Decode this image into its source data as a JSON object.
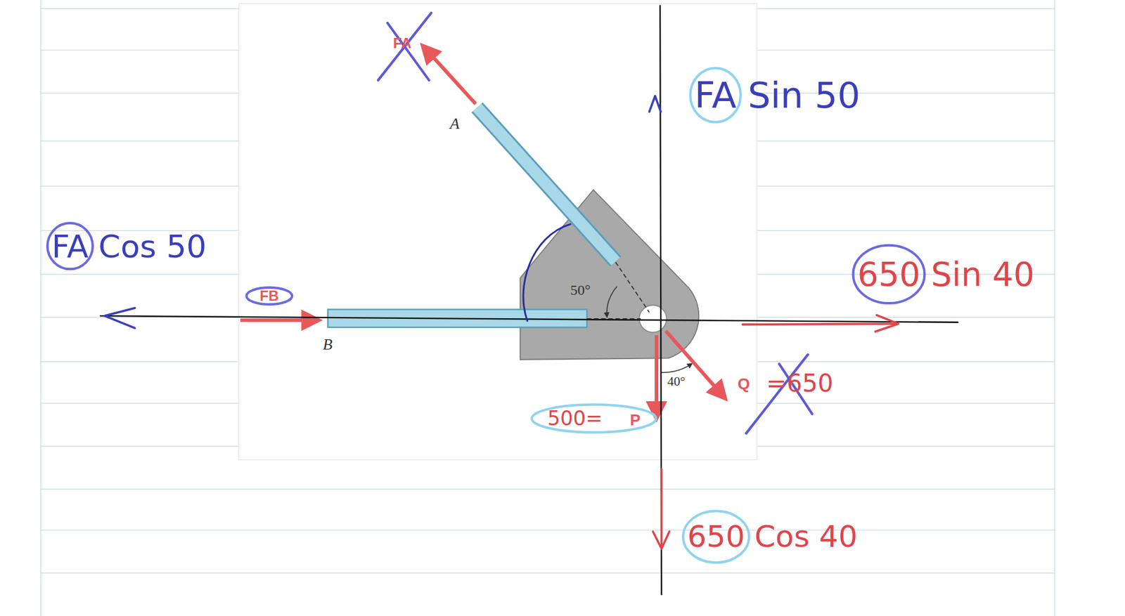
{
  "diagram": {
    "labels": [
      "FA",
      "FA Sin 50",
      "A",
      "FA Cos 50",
      "650 Sin 40",
      "50°",
      "FB",
      "B",
      "40°",
      "Q",
      "=650",
      "500=",
      "P",
      "650 Cos 40"
    ]
  }
}
